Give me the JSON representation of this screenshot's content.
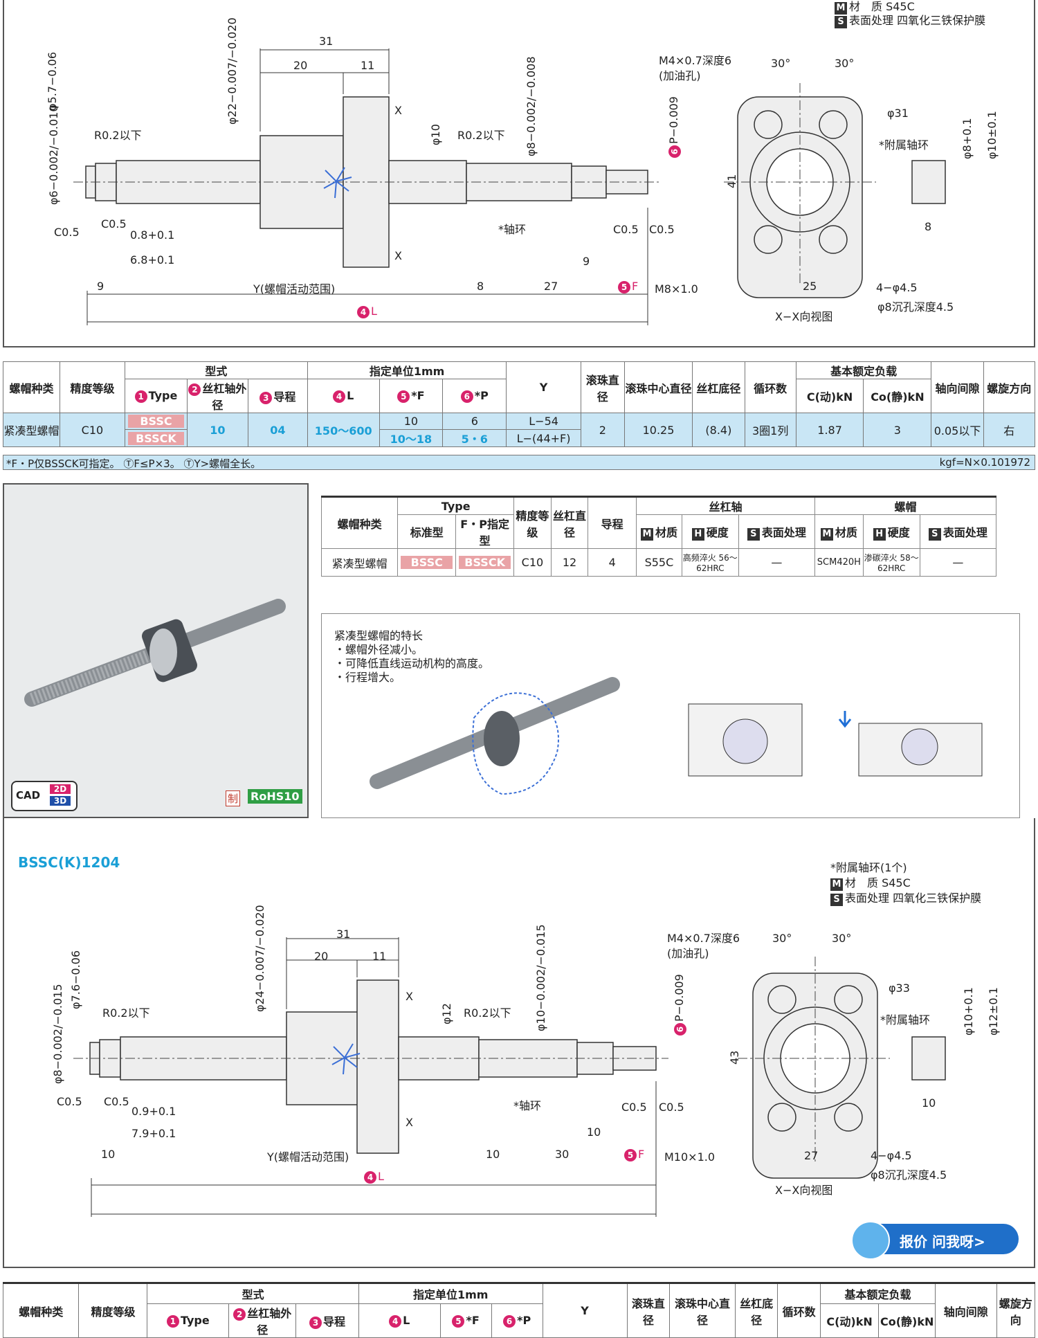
{
  "top": {
    "material_line": "材　质 S45C",
    "surface_line": "表面处理 四氧化三铁保护膜",
    "m_badge": "M",
    "s_badge": "S",
    "dims": {
      "d31": "31",
      "d20": "20",
      "d11": "11",
      "phi57": "φ5.7−0.06",
      "phi22": "φ22−0.007/−0.020",
      "r02a": "R0.2以下",
      "r02b": "R0.2以下",
      "phi10": "φ10",
      "phi8": "φ8−0.002/−0.008",
      "p_tol": "P−0.009",
      "phi6": "φ6−0.002/−0.010",
      "c05a": "C0.5",
      "c05b": "C0.5",
      "c05c": "C0.5",
      "c05d": "C0.5",
      "t08": "0.8+0.1",
      "t68": "6.8+0.1",
      "ring": "*轴环",
      "d9a": "9",
      "y_range": "Y(螺帽活动范围)",
      "d8": "8",
      "d27": "27",
      "f": "F",
      "d9b": "9",
      "m8": "M8×1.0",
      "l": "L",
      "x_top": "X",
      "x_bot": "X"
    },
    "side": {
      "m4": "M4×0.7深度6",
      "oil": "(加油孔)",
      "a30a": "30°",
      "a30b": "30°",
      "phi31": "φ31",
      "ring_attach": "*附属轴环",
      "d41": "41",
      "d25": "25",
      "d8": "8",
      "holes": "4−φ4.5",
      "counter": "φ8沉孔深度4.5",
      "view": "X−X向视图",
      "phi8v": "φ8+0.1",
      "phi10v": "φ10±0.1"
    }
  },
  "spec_table": {
    "headers": {
      "kind": "螺帽种类",
      "grade": "精度等级",
      "type_group": "型式",
      "type": "Type",
      "shaft": "丝杠轴外径",
      "lead": "导程",
      "unit_group": "指定单位1mm",
      "L": "L",
      "F": "*F",
      "P": "*P",
      "Y": "Y",
      "ball": "滚珠直径",
      "center": "滚珠中心直径",
      "root": "丝杠底径",
      "circ": "循环数",
      "load_group": "基本额定负载",
      "c": "C(动)kN",
      "co": "Co(静)kN",
      "axial": "轴向间隙",
      "dir": "螺旋方向"
    },
    "row": {
      "kind": "紧凑型螺帽",
      "grade": "C10",
      "type1": "BSSC",
      "type2": "BSSCK",
      "shaft": "10",
      "lead": "04",
      "L": "150～600",
      "F1": "10",
      "F2": "10～18",
      "P1": "6",
      "P2": "5・6",
      "Y1": "L−54",
      "Y2": "L−(44+F)",
      "ball": "2",
      "center": "10.25",
      "root": "(8.4)",
      "circ": "3圈1列",
      "c": "1.87",
      "co": "3",
      "axial": "0.05以下",
      "dir": "右"
    },
    "note": "*F・P仅BSSCK可指定。 ⓉF≤P×3。 ⓉY>螺帽全长。",
    "kgf": "kgf=N×0.101972"
  },
  "nut_table": {
    "headers": {
      "kind": "螺帽种类",
      "type": "Type",
      "std": "标准型",
      "fp": "F・P指定型",
      "grade": "精度等级",
      "dia": "丝杠直径",
      "lead": "导程",
      "shaft": "丝杠轴",
      "nut": "螺帽",
      "mat": "材质",
      "hard": "硬度",
      "surf": "表面处理"
    },
    "row": {
      "kind": "紧凑型螺帽",
      "std": "BSSC",
      "fp": "BSSCK",
      "grade": "C10",
      "dia": "12",
      "lead": "4",
      "smat": "S55C",
      "shard": "高频淬火 56～62HRC",
      "ssurf": "—",
      "nmat": "SCM420H",
      "nhard": "渗碳淬火 58～62HRC",
      "nsurf": "—"
    }
  },
  "features": {
    "title": "紧凑型螺帽的特长",
    "items": [
      "・螺帽外径减小。",
      "・可降低直线运动机构的高度。",
      "・行程增大。"
    ]
  },
  "badges": {
    "cad": "CAD",
    "d2": "2D",
    "d3": "3D",
    "zhi": "制",
    "rohs": "RoHS10"
  },
  "second": {
    "title": "BSSC(K)1204",
    "ring_note": "*附属轴环(1个)",
    "material_line": "材　质 S45C",
    "surface_line": "表面处理 四氧化三铁保护膜",
    "dims": {
      "d31": "31",
      "d20": "20",
      "d11": "11",
      "phi76": "φ7.6−0.06",
      "phi24": "φ24−0.007/−0.020",
      "r02a": "R0.2以下",
      "r02b": "R0.2以下",
      "phi12": "φ12",
      "phi10": "φ10−0.002/−0.015",
      "p_tol": "P−0.009",
      "phi8": "φ8−0.002/−0.015",
      "c05a": "C0.5",
      "c05b": "C0.5",
      "c05c": "C0.5",
      "c05d": "C0.5",
      "t09": "0.9+0.1",
      "t79": "7.9+0.1",
      "ring": "*轴环",
      "d10a": "10",
      "y_range": "Y(螺帽活动范围)",
      "d10b": "10",
      "d30": "30",
      "f": "F",
      "d10c": "10",
      "m10": "M10×1.0",
      "l": "L",
      "x_top": "X",
      "x_bot": "X"
    },
    "side": {
      "m4": "M4×0.7深度6",
      "oil": "(加油孔)",
      "a30a": "30°",
      "a30b": "30°",
      "phi33": "φ33",
      "ring_attach": "*附属轴环",
      "d43": "43",
      "d27": "27",
      "d10": "10",
      "holes": "4−φ4.5",
      "counter": "φ8沉孔深度4.5",
      "view": "X−X向视图",
      "phi10v": "φ10+0.1",
      "phi12v": "φ12±0.1"
    },
    "quote": "报价 问我呀>"
  },
  "bottom_table": {
    "kind": "螺帽种类",
    "grade": "精度等级",
    "type_group": "型式",
    "type": "Type",
    "shaft": "丝杠轴外径",
    "lead": "导程",
    "unit_group": "指定单位1mm",
    "L": "L",
    "F": "*F",
    "P": "*P",
    "Y": "Y",
    "ball": "滚珠直径",
    "center": "滚珠中心直径",
    "root": "丝杠底径",
    "circ": "循环数",
    "load_group": "基本额定负载",
    "c": "C(动)kN",
    "co": "Co(静)kN",
    "axial": "轴向间隙",
    "dir": "螺旋方向"
  }
}
